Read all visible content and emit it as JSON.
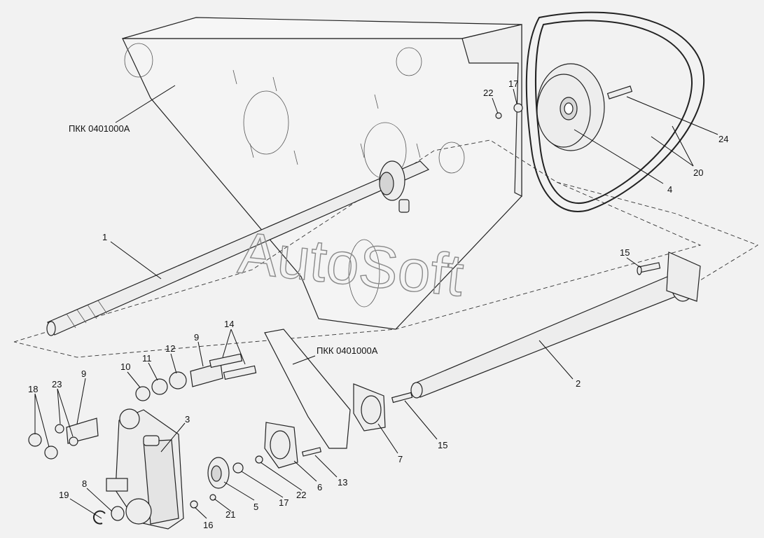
{
  "drawing": {
    "watermark": "AutoSoft",
    "assembly_labels": [
      "ПКК 0401000А",
      "ПКК 0401000А"
    ],
    "callouts": [
      "1",
      "2",
      "3",
      "4",
      "5",
      "6",
      "7",
      "8",
      "9",
      "9",
      "10",
      "11",
      "12",
      "13",
      "14",
      "15",
      "15",
      "16",
      "17",
      "17",
      "18",
      "19",
      "20",
      "21",
      "22",
      "22",
      "23",
      "24"
    ]
  }
}
